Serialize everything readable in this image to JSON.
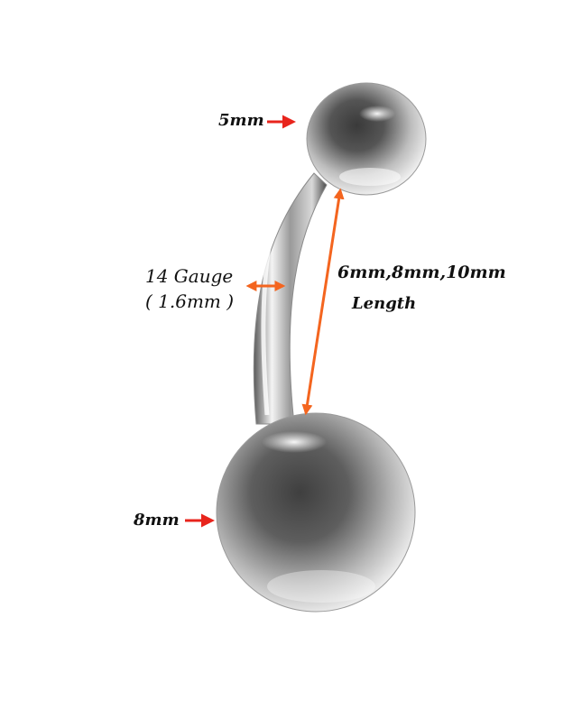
{
  "labels": {
    "top_ball_size": "5mm",
    "bottom_ball_size": "8mm",
    "gauge": "14 Gauge",
    "gauge_mm": "( 1.6mm )",
    "length_options": "6mm,8mm,10mm",
    "length": "Length"
  },
  "colors": {
    "arrow_red": "#e8241c",
    "arrow_orange": "#f4651f",
    "metal_dark": "#3a3a3a",
    "metal_light": "#f2f2f2"
  }
}
